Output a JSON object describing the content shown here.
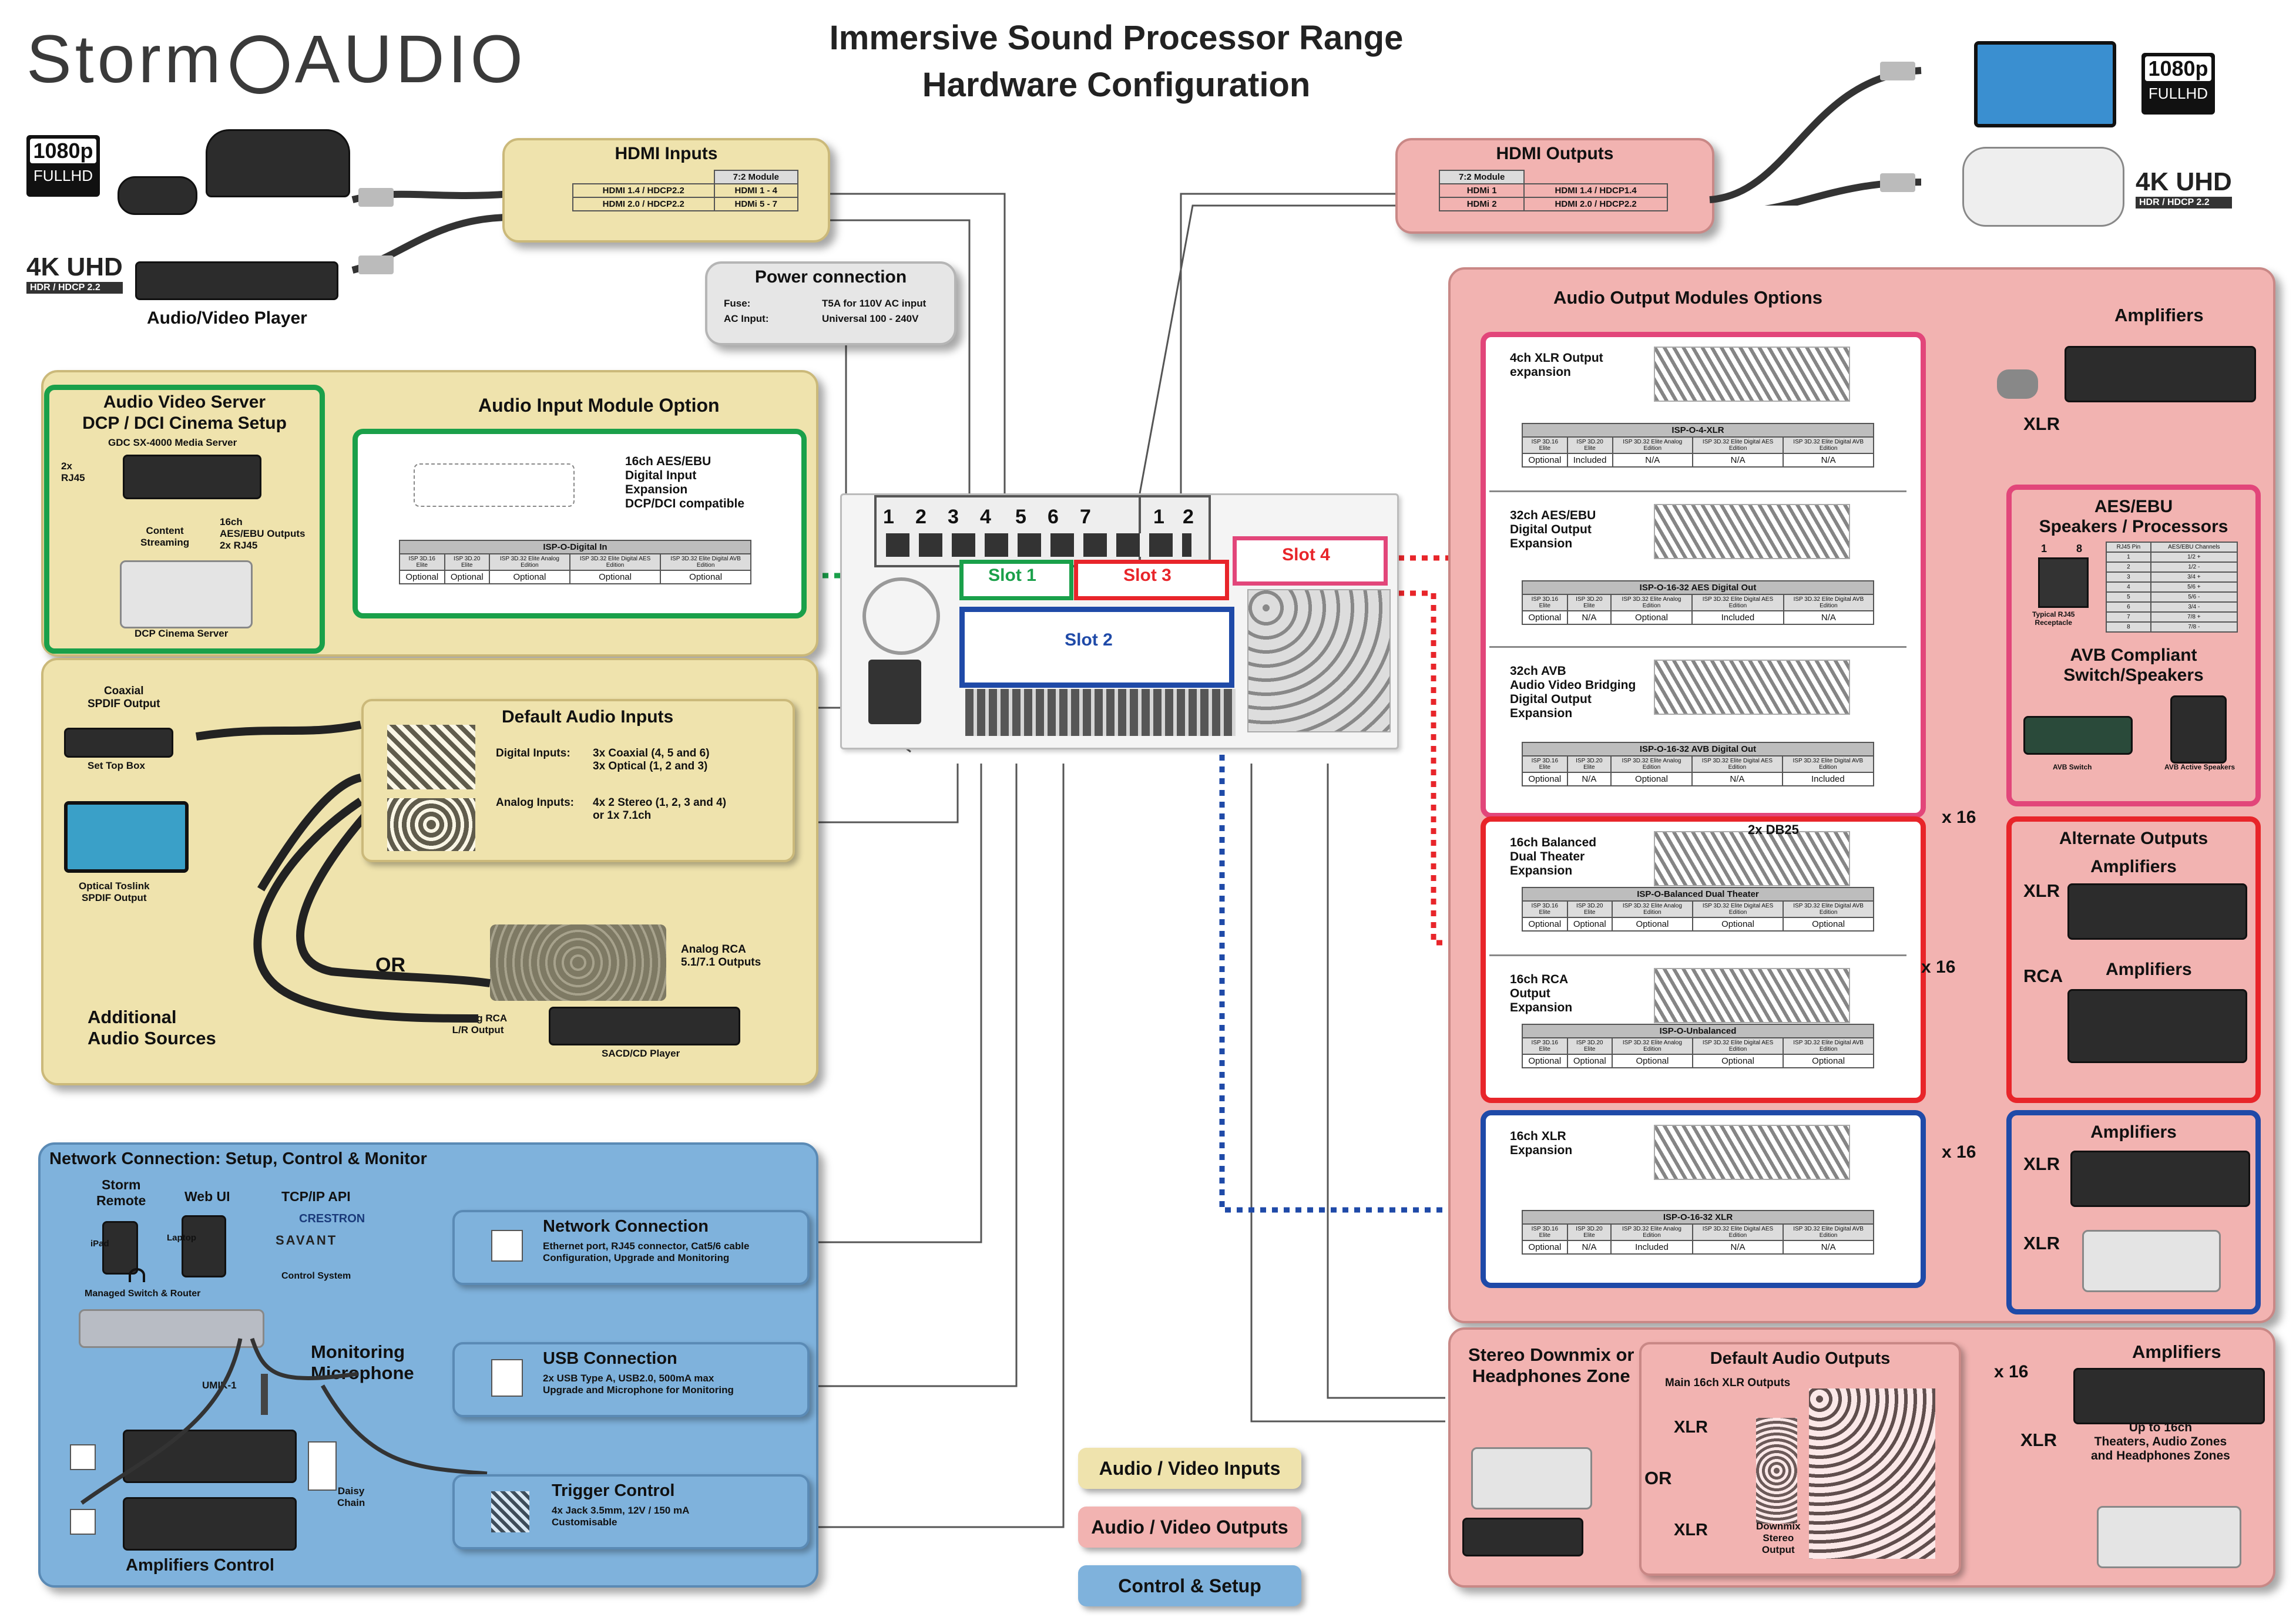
{
  "brand": {
    "left": "Storm",
    "right": "AUDIO"
  },
  "title": {
    "line1": "Immersive Sound Processor Range",
    "line2": "Hardware Configuration"
  },
  "badges": {
    "fullhd_1080": "1080p",
    "fullhd": "FULLHD",
    "uhd": "4K UHD",
    "uhd_sub": "HDR / HDCP 2.2"
  },
  "av_player_label": "Audio/Video Player",
  "hdmi_inputs": {
    "title": "HDMI Inputs",
    "module_header": "7:2 Module",
    "rows": [
      {
        "spec": "HDMI 1.4 / HDCP2.2",
        "ports": "HDMI 1 - 4"
      },
      {
        "spec": "HDMI 2.0 / HDCP2.2",
        "ports": "HDMi 5 - 7"
      }
    ]
  },
  "hdmi_outputs": {
    "title": "HDMI Outputs",
    "module_header": "7:2 Module",
    "rows": [
      {
        "ports": "HDMi 1",
        "spec": "HDMI 1.4 / HDCP1.4"
      },
      {
        "ports": "HDMi 2",
        "spec": "HDMI 2.0 / HDCP2.2"
      }
    ]
  },
  "power": {
    "title": "Power connection",
    "rows": [
      {
        "label": "Fuse:",
        "value": "T5A for 110V AC input"
      },
      {
        "label": "AC Input:",
        "value": "Universal 100 - 240V"
      }
    ]
  },
  "cinema": {
    "title_line1": "Audio Video Server",
    "title_line2": "DCP / DCI Cinema Setup",
    "server_label": "GDC SX-4000 Media Server",
    "rj45": "2x\nRJ45",
    "content": "Content\nStreaming",
    "aes_out": "16ch\nAES/EBU Outputs\n2x RJ45",
    "dcp_server": "DCP Cinema Server"
  },
  "audio_input_module": {
    "title": "Audio Input Module Option",
    "desc": "16ch AES/EBU\nDigital Input\nExpansion\nDCP/DCI compatible",
    "table": {
      "name": "ISP-O-Digital In",
      "cols": [
        "ISP 3D.16 Elite",
        "ISP 3D.20 Elite",
        "ISP 3D.32 Elite Analog Edition",
        "ISP 3D.32 Elite Digital AES Edition",
        "ISP 3D.32 Elite Digital AVB Edition"
      ],
      "values": [
        "Optional",
        "Optional",
        "Optional",
        "Optional",
        "Optional"
      ]
    }
  },
  "default_audio_inputs": {
    "title": "Default Audio Inputs",
    "digital_label": "Digital Inputs:",
    "digital_value": "3x Coaxial (4, 5 and 6)\n3x Optical (1, 2 and 3)",
    "analog_label": "Analog Inputs:",
    "analog_value": "4x 2 Stereo (1, 2, 3 and 4)\nor 1x 7.1ch"
  },
  "sources": {
    "coaxial": "Coaxial\nSPDIF Output",
    "stb": "Set Top Box",
    "optical": "Optical Toslink\nSPDIF Output",
    "or": "OR",
    "analog_rca": "Analog RCA\n5.1/7.1 Outputs",
    "analog_rca_lr": "Analog RCA\nL/R Output",
    "sacd": "SACD/CD Player",
    "additional": "Additional\nAudio Sources"
  },
  "network": {
    "title": "Network Connection: Setup, Control & Monitor",
    "storm_remote": "Storm\nRemote",
    "web_ui": "Web UI",
    "tcpip": "TCP/IP API",
    "ipad": "iPad",
    "laptop": "Laptop",
    "crestron": "CRESTRON",
    "savant": "SAVANT",
    "control_system": "Control System",
    "switch": "Managed Switch & Router",
    "monitoring": "Monitoring\nMicrophone",
    "umik": "UMIK-1",
    "daisy": "Daisy\nChain",
    "amps_control": "Amplifiers Control",
    "net_conn": {
      "title": "Network Connection",
      "desc": "Ethernet port, RJ45 connector, Cat5/6 cable\nConfiguration, Upgrade and Monitoring"
    },
    "usb_conn": {
      "title": "USB Connection",
      "desc": "2x USB Type A, USB2.0, 500mA max\nUpgrade and Microphone for Monitoring"
    },
    "trigger": {
      "title": "Trigger Control",
      "desc": "4x Jack 3.5mm, 12V / 150 mA\nCustomisable"
    }
  },
  "slots": {
    "slot1": "Slot 1",
    "slot2": "Slot 2",
    "slot3": "Slot 3",
    "slot4": "Slot 4",
    "hdmi_in_numbers": [
      "1",
      "2",
      "3",
      "4",
      "5",
      "6",
      "7"
    ],
    "hdmi_out_numbers": [
      "1",
      "2"
    ]
  },
  "legend": {
    "inputs": "Audio / Video Inputs",
    "outputs": "Audio / Video Outputs",
    "control": "Control & Setup"
  },
  "output_modules": {
    "title": "Audio Output Modules Options",
    "cols": [
      "ISP 3D.16 Elite",
      "ISP 3D.20 Elite",
      "ISP 3D.32 Elite Analog Edition",
      "ISP 3D.32 Elite Digital AES Edition",
      "ISP 3D.32 Elite Digital AVB Edition"
    ],
    "modules": [
      {
        "desc": "4ch XLR Output\nexpansion",
        "name": "ISP-O-4-XLR",
        "values": [
          "Optional",
          "Included",
          "N/A",
          "N/A",
          "N/A"
        ]
      },
      {
        "desc": "32ch AES/EBU\nDigital Output\nExpansion",
        "name": "ISP-O-16-32 AES Digital Out",
        "values": [
          "Optional",
          "N/A",
          "Optional",
          "Included",
          "N/A"
        ]
      },
      {
        "desc": "32ch AVB\nAudio Video Bridging\nDigital Output\nExpansion",
        "name": "ISP-O-16-32 AVB Digital Out",
        "values": [
          "Optional",
          "N/A",
          "Optional",
          "N/A",
          "Included"
        ]
      },
      {
        "desc": "16ch Balanced\nDual Theater\nExpansion",
        "name": "ISP-O-Balanced Dual Theater",
        "values": [
          "Optional",
          "Optional",
          "Optional",
          "Optional",
          "Optional"
        ]
      },
      {
        "desc": "16ch RCA\nOutput\nExpansion",
        "name": "ISP-O-Unbalanced",
        "values": [
          "Optional",
          "Optional",
          "Optional",
          "Optional",
          "Optional"
        ]
      },
      {
        "desc": "16ch XLR\nExpansion",
        "name": "ISP-O-16-32 XLR",
        "values": [
          "Optional",
          "N/A",
          "Included",
          "N/A",
          "N/A"
        ]
      }
    ],
    "db25": "2x DB25"
  },
  "right_side": {
    "amplifiers": "Amplifiers",
    "xlr": "XLR",
    "x16": "x 16",
    "rca": "RCA",
    "aes_title": "AES/EBU\nSpeakers / Processors",
    "rj45_pins": [
      "1",
      "8"
    ],
    "rj45_table_header": [
      "RJ45 Pin",
      "AES/EBU Channels"
    ],
    "rj45_table_rows": [
      [
        "1",
        "1/2 +"
      ],
      [
        "2",
        "1/2 -"
      ],
      [
        "3",
        "3/4 +"
      ],
      [
        "4",
        "5/6 +"
      ],
      [
        "5",
        "5/6 -"
      ],
      [
        "6",
        "3/4 -"
      ],
      [
        "7",
        "7/8 +"
      ],
      [
        "8",
        "7/8 -"
      ]
    ],
    "typical_rj45": "Typical RJ45\nReceptacle",
    "avb_title": "AVB Compliant\nSwitch/Speakers",
    "avb_switch": "AVB Switch",
    "avb_speakers": "AVB Active Speakers",
    "alt_outputs": "Alternate Outputs"
  },
  "bottom_outputs": {
    "stereo_title": "Stereo Downmix or\nHeadphones Zone",
    "default_title": "Default Audio Outputs",
    "main_xlr": "Main 16ch XLR Outputs",
    "xlr": "XLR",
    "or": "OR",
    "downmix": "Downmix\nStereo\nOutput",
    "amplifiers": "Amplifiers",
    "x16": "x 16",
    "up_to": "Up to 16ch\nTheaters, Audio Zones\nand Headphones Zones"
  },
  "colors": {
    "yellow": "#efe3ad",
    "pink": "#f2b3b1",
    "blue": "#7fb2dc",
    "green": "#1aa04a",
    "red": "#e8252a",
    "navy": "#1f4aa8",
    "magenta": "#e2467a"
  }
}
